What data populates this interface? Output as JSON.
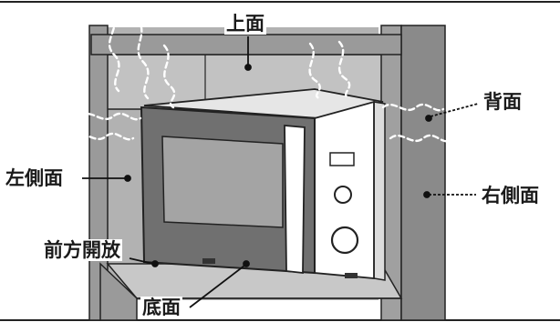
{
  "labels": {
    "top": "上面",
    "back": "背面",
    "left_side": "左側面",
    "right_side": "右側面",
    "front_open": "前方開放",
    "bottom": "底面"
  },
  "colors": {
    "cabinet_dark": "#8a8a8a",
    "cabinet_mid": "#a6a6a6",
    "cabinet_light": "#c4c4c4",
    "oven_body": "#ffffff",
    "oven_door": "#777777",
    "oven_window": "#9a9a9a",
    "outline": "#222222",
    "heat_wave": "#ffffff"
  }
}
